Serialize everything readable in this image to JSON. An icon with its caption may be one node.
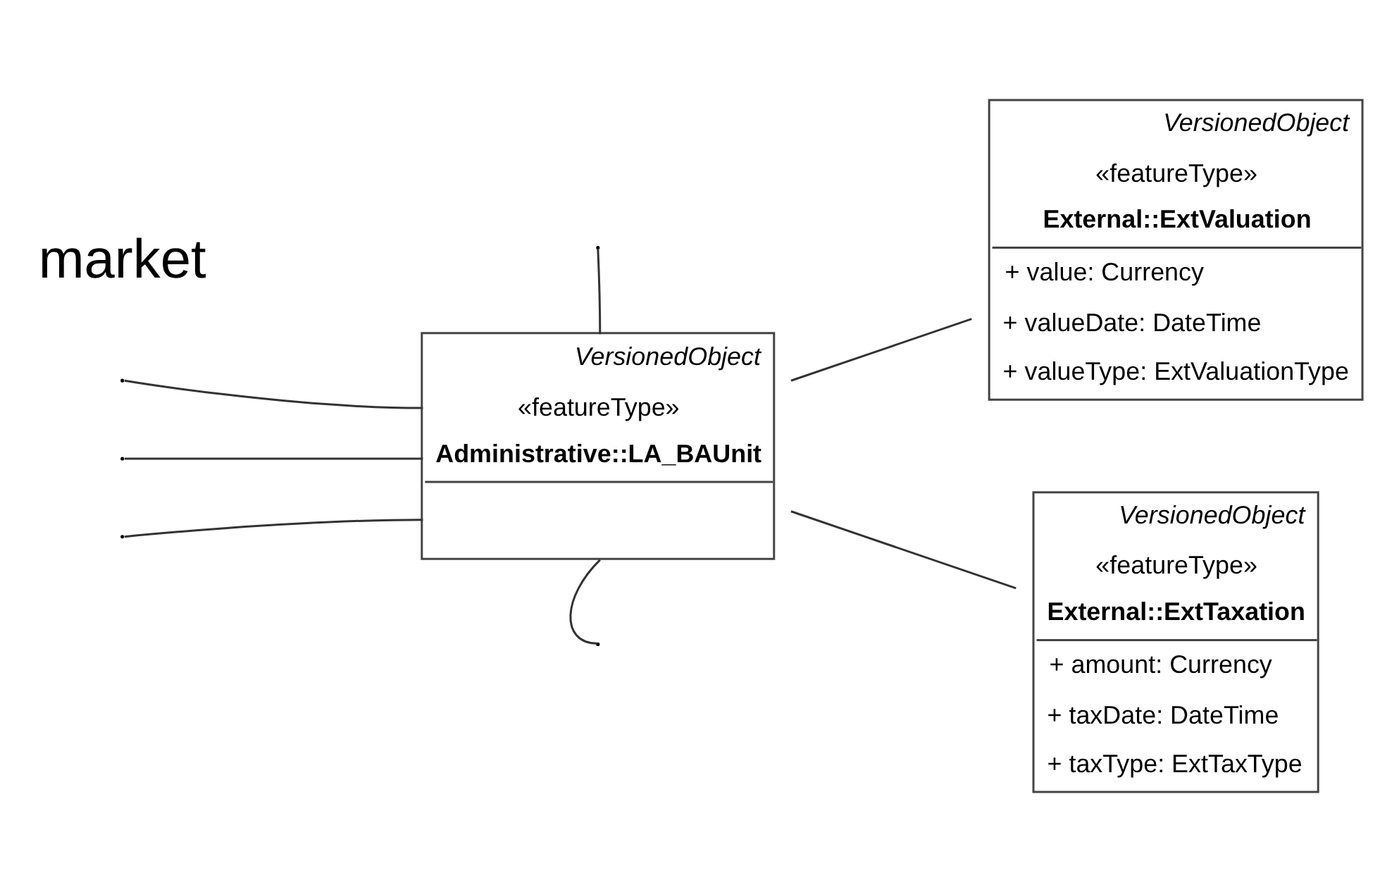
{
  "diagram": {
    "nodes": [
      {
        "text": [
          "VersionedObject",
          "«featureType»",
          "Administrative::LA_BAUnit"
        ]
      },
      {
        "text": [
          "VersionedObject",
          "«featureType»",
          "External::ExtValuation",
          "+ value: Currency",
          "+ valueDate: DateTime",
          "+ valueType: ExtValuationType"
        ]
      },
      {
        "text": [
          "VersionedObject",
          "«featureType»",
          "External::ExtTaxation",
          "+ amount: Currency",
          "+ taxDate: DateTime",
          "+ taxType: ExtTaxType"
        ]
      }
    ],
    "edges": [
      {
        "from": null,
        "to": 0,
        "arrow": "none"
      },
      {
        "from": null,
        "to": 0,
        "arrow": "none"
      },
      {
        "from": null,
        "to": 0,
        "arrow": "none"
      },
      {
        "from": null,
        "to": 0,
        "arrow": "none"
      },
      {
        "from": 0,
        "to": null,
        "arrow": "none"
      },
      {
        "from": 0,
        "to": 1,
        "arrow": "none"
      },
      {
        "from": 0,
        "to": 2,
        "arrow": "none"
      }
    ],
    "labels": [
      "market"
    ]
  }
}
